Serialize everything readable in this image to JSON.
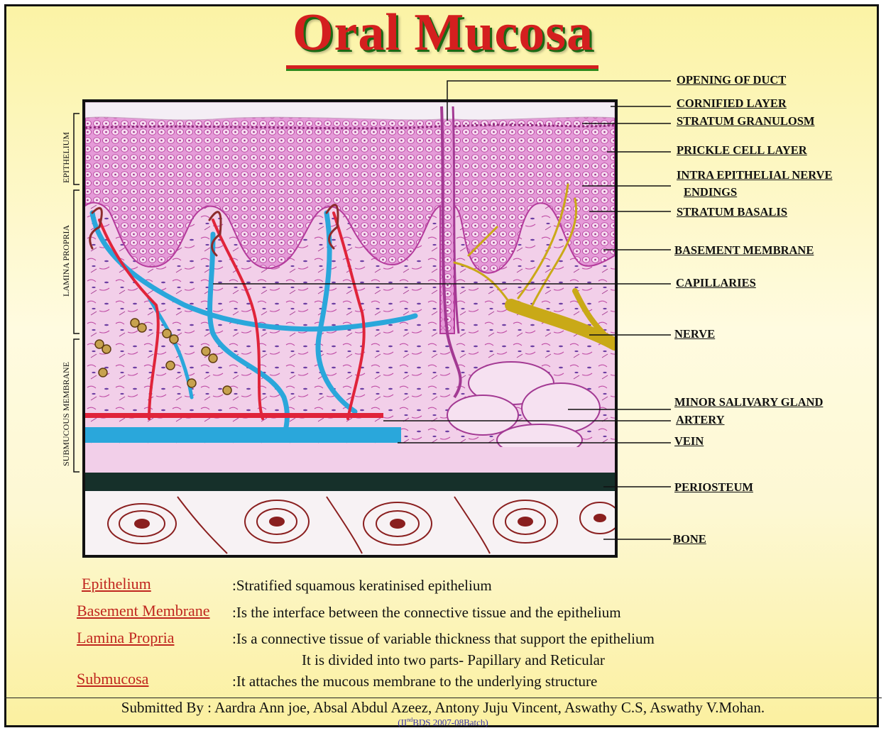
{
  "title": "Oral Mucosa",
  "side_labels": {
    "epithelium": "EPITHELIUM",
    "lamina_propria": "LAMINA PROPRIA",
    "submucous_membrane": "SUBMUCOUS MEMBRANE"
  },
  "labels": {
    "opening_of_duct": "OPENING OF DUCT",
    "cornified_layer": "CORNIFIED LAYER",
    "stratum_granulosm": "STRATUM GRANULOSM",
    "prickle_cell_layer": "PRICKLE CELL LAYER",
    "intra_epithelial_1": "INTRA EPITHELIAL NERVE",
    "intra_epithelial_2": "ENDINGS",
    "stratum_basalis": "STRATUM BASALIS",
    "basement_membrane": "BASEMENT MEMBRANE",
    "capillaries": "CAPILLARIES",
    "nerve": "NERVE",
    "minor_salivary_gland": "MINOR SALIVARY GLAND",
    "artery": "ARTERY",
    "vein": "VEIN",
    "periosteum": "PERIOSTEUM",
    "bone": "BONE"
  },
  "definitions": [
    {
      "term": "Epithelium",
      "text": ":Stratified squamous keratinised epithelium"
    },
    {
      "term": "Basement Membrane",
      "text": ":Is the interface between the connective tissue and the epithelium"
    },
    {
      "term": "Lamina Propria",
      "text": ":Is a connective tissue of variable thickness that support the epithelium"
    },
    {
      "term": "",
      "text": "It is divided into two parts- Papillary and Reticular"
    },
    {
      "term": "Submucosa",
      "text": ":It attaches the mucous membrane to the underlying structure"
    }
  ],
  "credits": {
    "submitted_by": "Submitted By : Aardra Ann joe, Absal Abdul Azeez, Antony Juju Vincent, Aswathy C.S, Aswathy V.Mohan.",
    "batch_prefix": "(II",
    "batch_sup": "nd",
    "batch_suffix": "BDS 2007-08Batch)"
  },
  "colors": {
    "title": "#d41f1f",
    "term": "#c0261f",
    "tissue": "#e9a3dd",
    "epithelium": "#d873c9",
    "vein": "#2aa7db",
    "artery": "#e0243a",
    "nerve": "#c9a917",
    "periosteum": "#16302a",
    "bone": "#8a1f1f"
  }
}
